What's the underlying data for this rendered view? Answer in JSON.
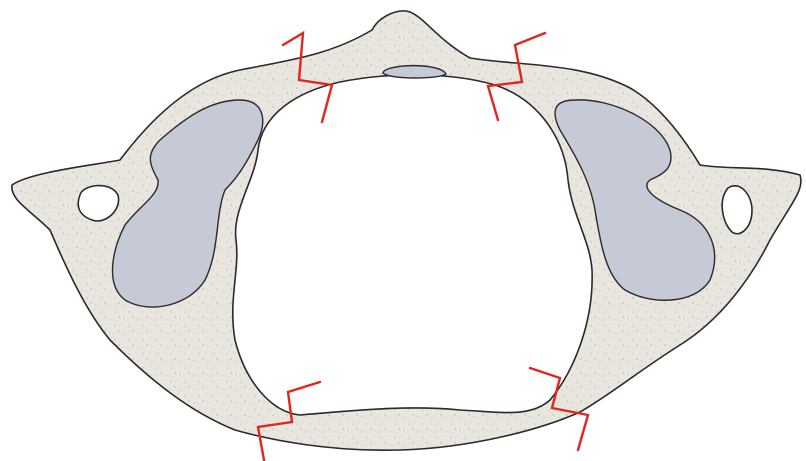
{
  "colors": {
    "background": "#ffffff",
    "bone_fill": "#e9e6e0",
    "bone_speckle": "#d6d2c9",
    "bone_outline": "#2a2a2a",
    "cartilage_fill": "#c6c9d6",
    "canal_fill": "#ffffff",
    "fracture_line": "#e0261d"
  },
  "fracture_marks": {
    "count": 4,
    "positions": [
      "upper-left",
      "upper-right",
      "lower-left",
      "lower-right"
    ]
  }
}
